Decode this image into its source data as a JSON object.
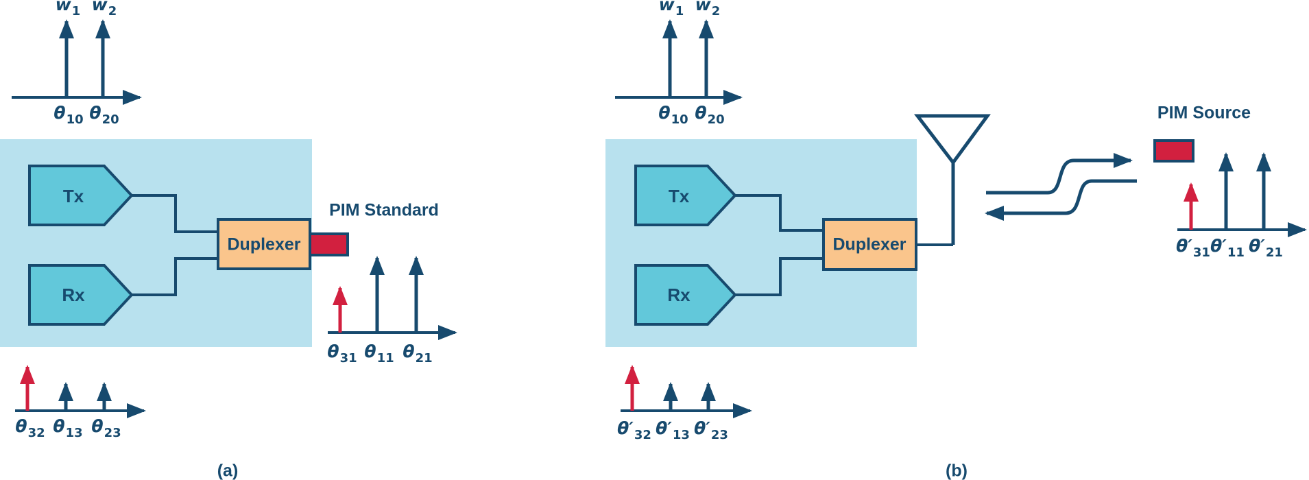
{
  "figure": {
    "type": "duplexer PIM measurement schematic",
    "panel_a_caption": "(a)",
    "panel_b_caption": "(b)"
  },
  "colors": {
    "navy": "#174a6e",
    "teal": "#62c8da",
    "lightblue": "#b8e1ee",
    "orange": "#fac58c",
    "red": "#d2203f"
  },
  "a": {
    "caption": "(a)",
    "system": {
      "tx": "Tx",
      "rx": "Rx",
      "duplexer": "Duplexer"
    },
    "pim_label": "PIM Standard",
    "input_spectrum": {
      "peaks": [
        {
          "label": {
            "base": "w",
            "sub": "1"
          },
          "tick": {
            "base": "θ",
            "sub": "10"
          },
          "color": "navy"
        },
        {
          "label": {
            "base": "w",
            "sub": "2"
          },
          "tick": {
            "base": "θ",
            "sub": "20"
          },
          "color": "navy"
        }
      ]
    },
    "tx_out_spectrum": {
      "ticks": [
        {
          "base": "θ",
          "sub": "31",
          "color": "red"
        },
        {
          "base": "θ",
          "sub": "11",
          "color": "navy"
        },
        {
          "base": "θ",
          "sub": "21",
          "color": "navy"
        }
      ]
    },
    "rx_spectrum": {
      "ticks": [
        {
          "base": "θ",
          "sub": "32",
          "color": "red"
        },
        {
          "base": "θ",
          "sub": "13",
          "color": "navy"
        },
        {
          "base": "θ",
          "sub": "23",
          "color": "navy"
        }
      ]
    }
  },
  "b": {
    "caption": "(b)",
    "system": {
      "tx": "Tx",
      "rx": "Rx",
      "duplexer": "Duplexer"
    },
    "pim_label": "PIM Source",
    "input_spectrum": {
      "peaks": [
        {
          "label": {
            "base": "w",
            "sub": "1"
          },
          "tick": {
            "base": "θ",
            "sub": "10"
          },
          "color": "navy"
        },
        {
          "label": {
            "base": "w",
            "sub": "2"
          },
          "tick": {
            "base": "θ",
            "sub": "20"
          },
          "color": "navy"
        }
      ]
    },
    "ant_out_spectrum": {
      "ticks": [
        {
          "base": "θ′",
          "sub": "31",
          "color": "red"
        },
        {
          "base": "θ′",
          "sub": "11",
          "color": "navy"
        },
        {
          "base": "θ′",
          "sub": "21",
          "color": "navy"
        }
      ]
    },
    "rx_spectrum": {
      "ticks": [
        {
          "base": "θ′",
          "sub": "32",
          "color": "red"
        },
        {
          "base": "θ′",
          "sub": "13",
          "color": "navy"
        },
        {
          "base": "θ′",
          "sub": "23",
          "color": "navy"
        }
      ]
    }
  }
}
